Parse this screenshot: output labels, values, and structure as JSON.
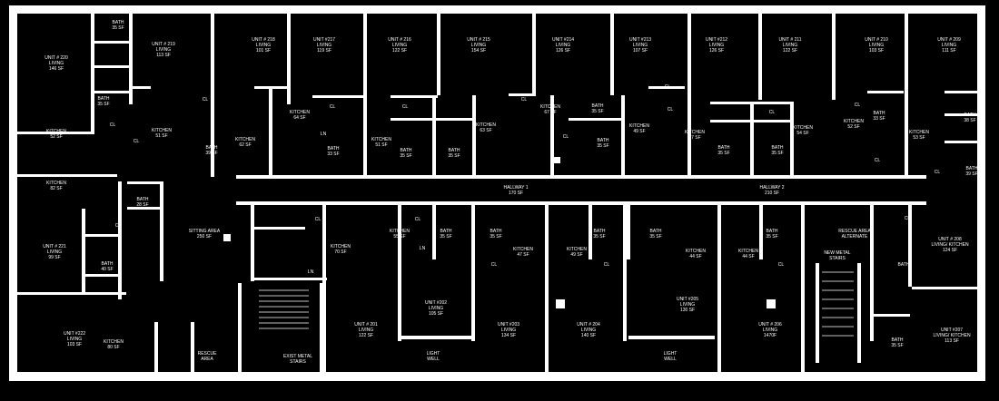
{
  "units": [
    {
      "id": "u220",
      "name": "UNIT # 220",
      "use": "LIVING",
      "area": "146 SF"
    },
    {
      "id": "u219",
      "name": "UNIT # 219",
      "use": "LIVING",
      "area": "113 SF"
    },
    {
      "id": "u218",
      "name": "UNIT # 218",
      "use": "LIVING",
      "area": "101 SF"
    },
    {
      "id": "u217",
      "name": "UNIT #217",
      "use": "LIVING",
      "area": "119 SF"
    },
    {
      "id": "u216",
      "name": "UNIT # 216",
      "use": "LIVING",
      "area": "122 SF"
    },
    {
      "id": "u215",
      "name": "UNIT # 215",
      "use": "LIVING",
      "area": "154 SF"
    },
    {
      "id": "u214",
      "name": "UNIT #214",
      "use": "LIVING",
      "area": "126 SF"
    },
    {
      "id": "u213",
      "name": "UNIT #213",
      "use": "LIVING",
      "area": "107 SF"
    },
    {
      "id": "u212",
      "name": "UNIT #212",
      "use": "LIVING",
      "area": "126 SF"
    },
    {
      "id": "u211",
      "name": "UNIT # 211",
      "use": "LIVING",
      "area": "122 SF"
    },
    {
      "id": "u210",
      "name": "UNIT # 210",
      "use": "LIVING",
      "area": "103 SF"
    },
    {
      "id": "u209",
      "name": "UNIT # 209",
      "use": "LIVING",
      "area": "111 SF"
    },
    {
      "id": "u221",
      "name": "UNIT # 221",
      "use": "LIVING",
      "area": "99 SF"
    },
    {
      "id": "u222",
      "name": "UNIT #222",
      "use": "LIVING",
      "area": "103 SF"
    },
    {
      "id": "u201",
      "name": "UNIT # 201",
      "use": "LIVING",
      "area": "122 SF"
    },
    {
      "id": "u202",
      "name": "UNIT #202",
      "use": "LIVING",
      "area": "105 SF"
    },
    {
      "id": "u203",
      "name": "UNIT #203",
      "use": "LIVING",
      "area": "134 SF"
    },
    {
      "id": "u204",
      "name": "UNIT # 204",
      "use": "LIVING",
      "area": "140 SF"
    },
    {
      "id": "u205",
      "name": "UNIT #205",
      "use": "LIVING",
      "area": "130 SF"
    },
    {
      "id": "u206",
      "name": "UNIT # 206",
      "use": "LIVING",
      "area": "1470F"
    },
    {
      "id": "u208",
      "name": "UNIT # 208",
      "use": "LIVING/ KITCHEN",
      "area": "124 SF"
    },
    {
      "id": "u207",
      "name": "UNIT #207",
      "use": "LIVING/ KITCHEN",
      "area": "113 SF"
    }
  ],
  "rooms": [
    {
      "id": "hall1",
      "name": "HALLWAY 1",
      "area": "170 SF"
    },
    {
      "id": "hall2",
      "name": "HALLWAY 2",
      "area": "210 SF"
    },
    {
      "id": "sitting",
      "name": "SITTING AREA",
      "area": "250 SF"
    },
    {
      "id": "k220",
      "name": "KITCHEN",
      "area": "52 SF"
    },
    {
      "id": "k221",
      "name": "KITCHEN",
      "area": "82 SF"
    },
    {
      "id": "k222",
      "name": "KITCHEN",
      "area": "80 SF"
    },
    {
      "id": "k219",
      "name": "KITCHEN",
      "area": "51 SF"
    },
    {
      "id": "k218",
      "name": "KITCHEN",
      "area": "62 SF"
    },
    {
      "id": "k217",
      "name": "KITCHEN",
      "area": "64 SF"
    },
    {
      "id": "k216",
      "name": "KITCHEN",
      "area": "51 SF"
    },
    {
      "id": "k215",
      "name": "KITCHEN",
      "area": "63 SF"
    },
    {
      "id": "k214",
      "name": "KITCHEN",
      "area": "67 SF"
    },
    {
      "id": "k213",
      "name": "KITCHEN",
      "area": "49 SF"
    },
    {
      "id": "k212",
      "name": "KITCHEN",
      "area": "57 SF"
    },
    {
      "id": "k211",
      "name": "KITCHEN",
      "area": "54 SF"
    },
    {
      "id": "k210",
      "name": "KITCHEN",
      "area": "52 SF"
    },
    {
      "id": "k209",
      "name": "KITCHEN",
      "area": "53 SF"
    },
    {
      "id": "k201",
      "name": "KITCHEN",
      "area": "70 SF"
    },
    {
      "id": "k202",
      "name": "KITCHEN",
      "area": "55 SF"
    },
    {
      "id": "k203",
      "name": "KITCHEN",
      "area": "47 SF"
    },
    {
      "id": "k204",
      "name": "KITCHEN",
      "area": "49 SF"
    },
    {
      "id": "k205",
      "name": "KITCHEN",
      "area": "44 SF"
    },
    {
      "id": "k206",
      "name": "KITCHEN",
      "area": "44 SF"
    },
    {
      "id": "b220",
      "name": "BATH",
      "area": "35 SF"
    },
    {
      "id": "b219",
      "name": "BATH",
      "area": "35 SF"
    },
    {
      "id": "b218",
      "name": "BATH",
      "area": "39 SF"
    },
    {
      "id": "b217",
      "name": "BATH",
      "area": "33 SF"
    },
    {
      "id": "b216a",
      "name": "BATH",
      "area": "35 SF"
    },
    {
      "id": "b216b",
      "name": "BATH",
      "area": "35 SF"
    },
    {
      "id": "b214a",
      "name": "BATH",
      "area": "35 SF"
    },
    {
      "id": "b214b",
      "name": "BATH",
      "area": "35 SF"
    },
    {
      "id": "b212a",
      "name": "BATH",
      "area": "35 SF"
    },
    {
      "id": "b212b",
      "name": "BATH",
      "area": "35 SF"
    },
    {
      "id": "b210",
      "name": "BATH",
      "area": "33 SF"
    },
    {
      "id": "b209a",
      "name": "BATH",
      "area": "38 SF"
    },
    {
      "id": "b209b",
      "name": "BATH",
      "area": "39 SF"
    },
    {
      "id": "b221a",
      "name": "BATH",
      "area": "28 SF"
    },
    {
      "id": "b221b",
      "name": "BATH",
      "area": "40 SF"
    },
    {
      "id": "b202a",
      "name": "BATH",
      "area": "35 SF"
    },
    {
      "id": "b202b",
      "name": "BATH",
      "area": "35 SF"
    },
    {
      "id": "b204a",
      "name": "BATH",
      "area": "35 SF"
    },
    {
      "id": "b204b",
      "name": "BATH",
      "area": "35 SF"
    },
    {
      "id": "b206",
      "name": "BATH",
      "area": "35 SF"
    },
    {
      "id": "b207",
      "name": "BATH",
      "area": "35 SF"
    },
    {
      "id": "b208",
      "name": "BATH",
      "area": ""
    },
    {
      "id": "light1",
      "name": "LIGHT",
      "area": "WELL"
    },
    {
      "id": "light2",
      "name": "LIGHT",
      "area": "WELL"
    },
    {
      "id": "rescue",
      "name": "RESCUE",
      "area": "AREA"
    },
    {
      "id": "stairs1",
      "name": "EXIST METAL",
      "area": "STAIRS"
    },
    {
      "id": "stairs2",
      "name": "NEW METAL",
      "area": "STAIRS"
    },
    {
      "id": "rescuealt",
      "name": "RESCUE AREA",
      "area": "ALTERNATE"
    }
  ],
  "closet_label": "CL",
  "linen_label": "LN",
  "colors": {
    "background": "#000000",
    "walls": "#ffffff",
    "text": "#ffffff"
  }
}
